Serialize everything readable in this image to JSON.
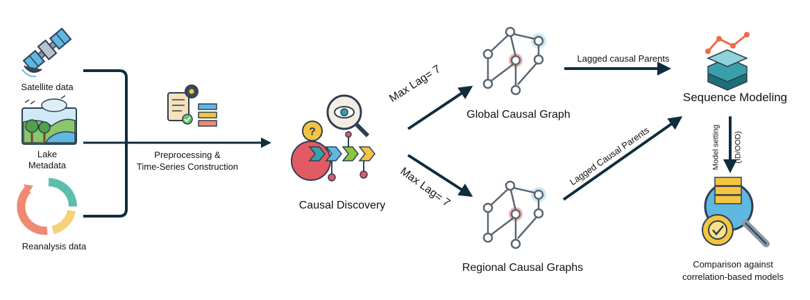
{
  "inputs": {
    "satellite": "Satellite data",
    "lake_line1": "Lake",
    "lake_line2": "Metadata",
    "reanalysis": "Reanalysis data"
  },
  "preprocessing": {
    "line1": "Preprocessing &",
    "line2": "Time-Series Construction"
  },
  "causal_discovery": "Causal Discovery",
  "max_lag_upper": "Max Lag= 7",
  "max_lag_lower": "Max Lag= 7",
  "global_graph": "Global Causal Graph",
  "regional_graphs": "Regional Causal Graphs",
  "lagged_upper": "Lagged causal Parents",
  "lagged_lower": "Lagged Causal Parents",
  "sequence_modeling": "Sequence Modeling",
  "model_setting_line1": "Model setting",
  "model_setting_line2": "(ID/OOD)",
  "comparison_line1": "Comparison against",
  "comparison_line2": "correlation-based models",
  "colors": {
    "arrow": "#0f2d3c",
    "teal": "#3a9fa9",
    "red": "#e25a63",
    "yellow": "#f4c542",
    "node_stroke": "#5a6570",
    "highlight_red": "#f2b4ae",
    "highlight_blue": "#cfe8f5"
  }
}
